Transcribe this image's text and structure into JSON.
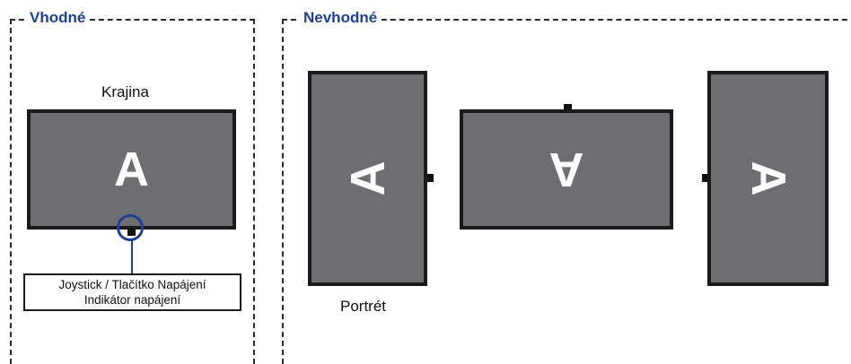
{
  "groups": {
    "suitable": {
      "title": "Vhodné"
    },
    "unsuitable": {
      "title": "Nevhodné"
    }
  },
  "captions": {
    "landscape": "Krajina",
    "portrait": "Portrét"
  },
  "monitor_letter": "A",
  "callout": {
    "line1": "Joystick / Tlačítko Napájení",
    "line2": "Indikátor napájení"
  },
  "colors": {
    "accent": "#1f3f8f",
    "screen": "#6d6e71",
    "frame": "#1a1a1a",
    "dashed_border": "#2a2a2a"
  }
}
